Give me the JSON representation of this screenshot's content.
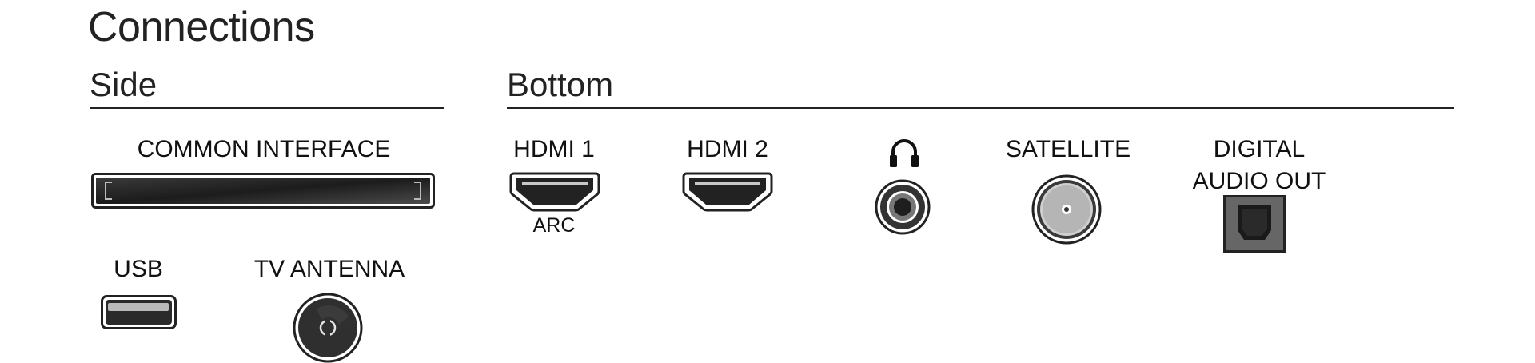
{
  "title": "Connections",
  "sections": {
    "side": "Side",
    "bottom": "Bottom"
  },
  "ports": {
    "common_interface": {
      "label": "COMMON INTERFACE"
    },
    "usb": {
      "label": "USB"
    },
    "tv_antenna": {
      "label": "TV ANTENNA"
    },
    "hdmi1": {
      "label": "HDMI 1",
      "sublabel": "ARC"
    },
    "hdmi2": {
      "label": "HDMI 2"
    },
    "headphones": {
      "icon": "headphones-icon"
    },
    "satellite": {
      "label": "SATELLITE"
    },
    "digital_audio_out": {
      "label_line1": "DIGITAL",
      "label_line2": "AUDIO OUT"
    }
  }
}
